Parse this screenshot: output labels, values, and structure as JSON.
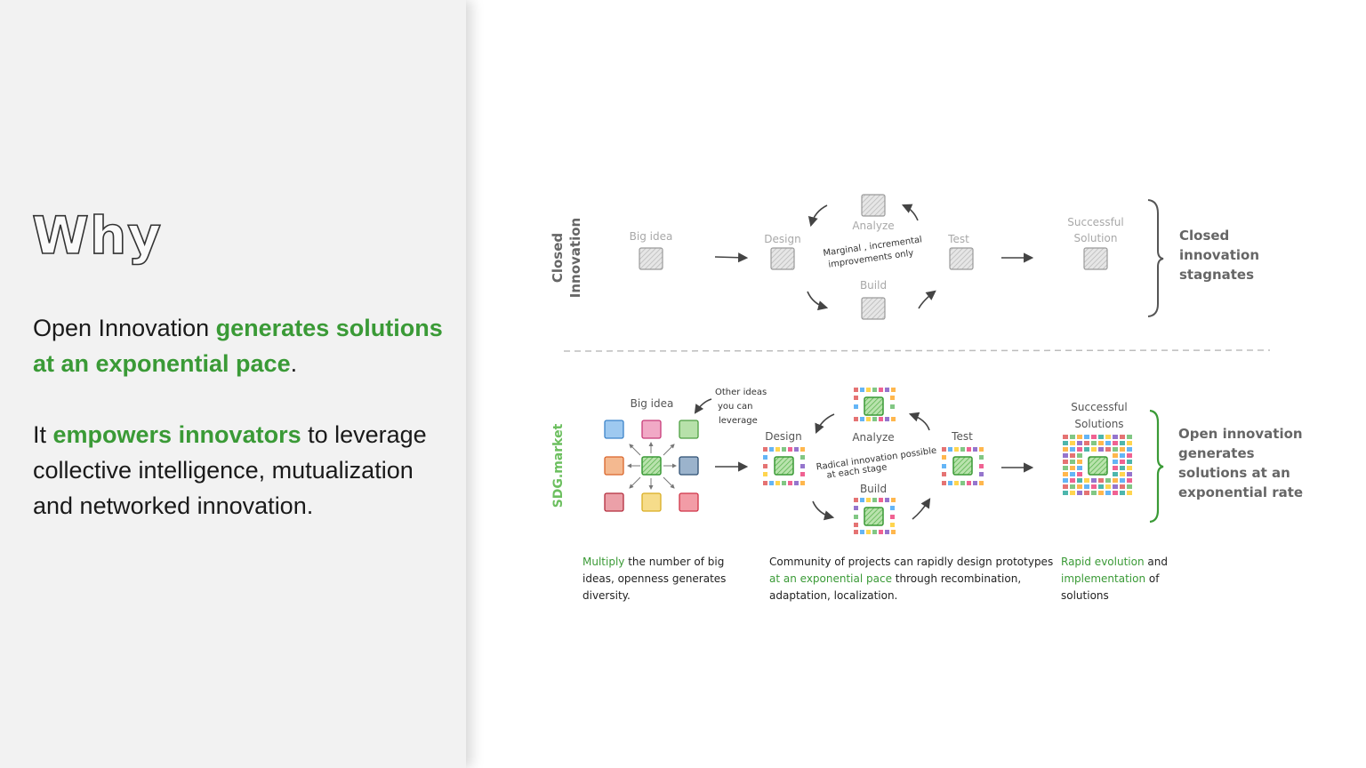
{
  "left": {
    "title": "Why",
    "para1": {
      "text_a": "Open Innovation ",
      "highlight": "generates solutions at an exponential pace",
      "text_b": "."
    },
    "para2": {
      "text_a": "It ",
      "highlight": "empowers innovators",
      "text_b": " to leverage collective intelligence, mutualization and networked innovation."
    }
  },
  "colors": {
    "accent_green": "#3a9a36",
    "panel_bg": "#f2f2f2",
    "text": "#1a1a1a",
    "gray": "#9a9a9a"
  },
  "closed_row": {
    "side_label_line1": "Closed",
    "side_label_line2": "Innovation",
    "big_idea": "Big idea",
    "design": "Design",
    "analyze": "Analyze",
    "build": "Build",
    "test": "Test",
    "center_note_line1": "Marginal , incremental",
    "center_note_line2": "improvements only",
    "successful_line1": "Successful",
    "successful_line2": "Solution",
    "outcome_line1": "Closed",
    "outcome_line2": "innovation",
    "outcome_line3": "stagnates"
  },
  "open_row": {
    "side_label": "SDG.market",
    "big_idea": "Big idea",
    "other_ideas_line1": "Other ideas",
    "other_ideas_line2": "you can",
    "other_ideas_line3": "leverage",
    "design": "Design",
    "analyze": "Analyze",
    "build": "Build",
    "test": "Test",
    "center_note_line1": "Radical innovation possible",
    "center_note_line2": "at each stage",
    "successful_line1": "Successful",
    "successful_line2": "Solutions",
    "outcome_line1": "Open innovation",
    "outcome_line2": "generates",
    "outcome_line3": "solutions at an",
    "outcome_line4": "exponential rate"
  },
  "captions": {
    "c1_highlight": "Multiply",
    "c1_line1_rest": " the number of big",
    "c1_line2": "ideas, openness generates",
    "c1_line3": "diversity.",
    "c2_line1": "Community of projects can rapidly design prototypes",
    "c2_line2_highlight": "at an exponential pace",
    "c2_line2_rest": " through recombination,",
    "c2_line3": "adaptation, localization.",
    "c3_line1_highlight": "Rapid evolution",
    "c3_line1_rest": " and",
    "c3_line2_highlight": "implementation",
    "c3_line2_rest": " of",
    "c3_line3": "solutions"
  }
}
